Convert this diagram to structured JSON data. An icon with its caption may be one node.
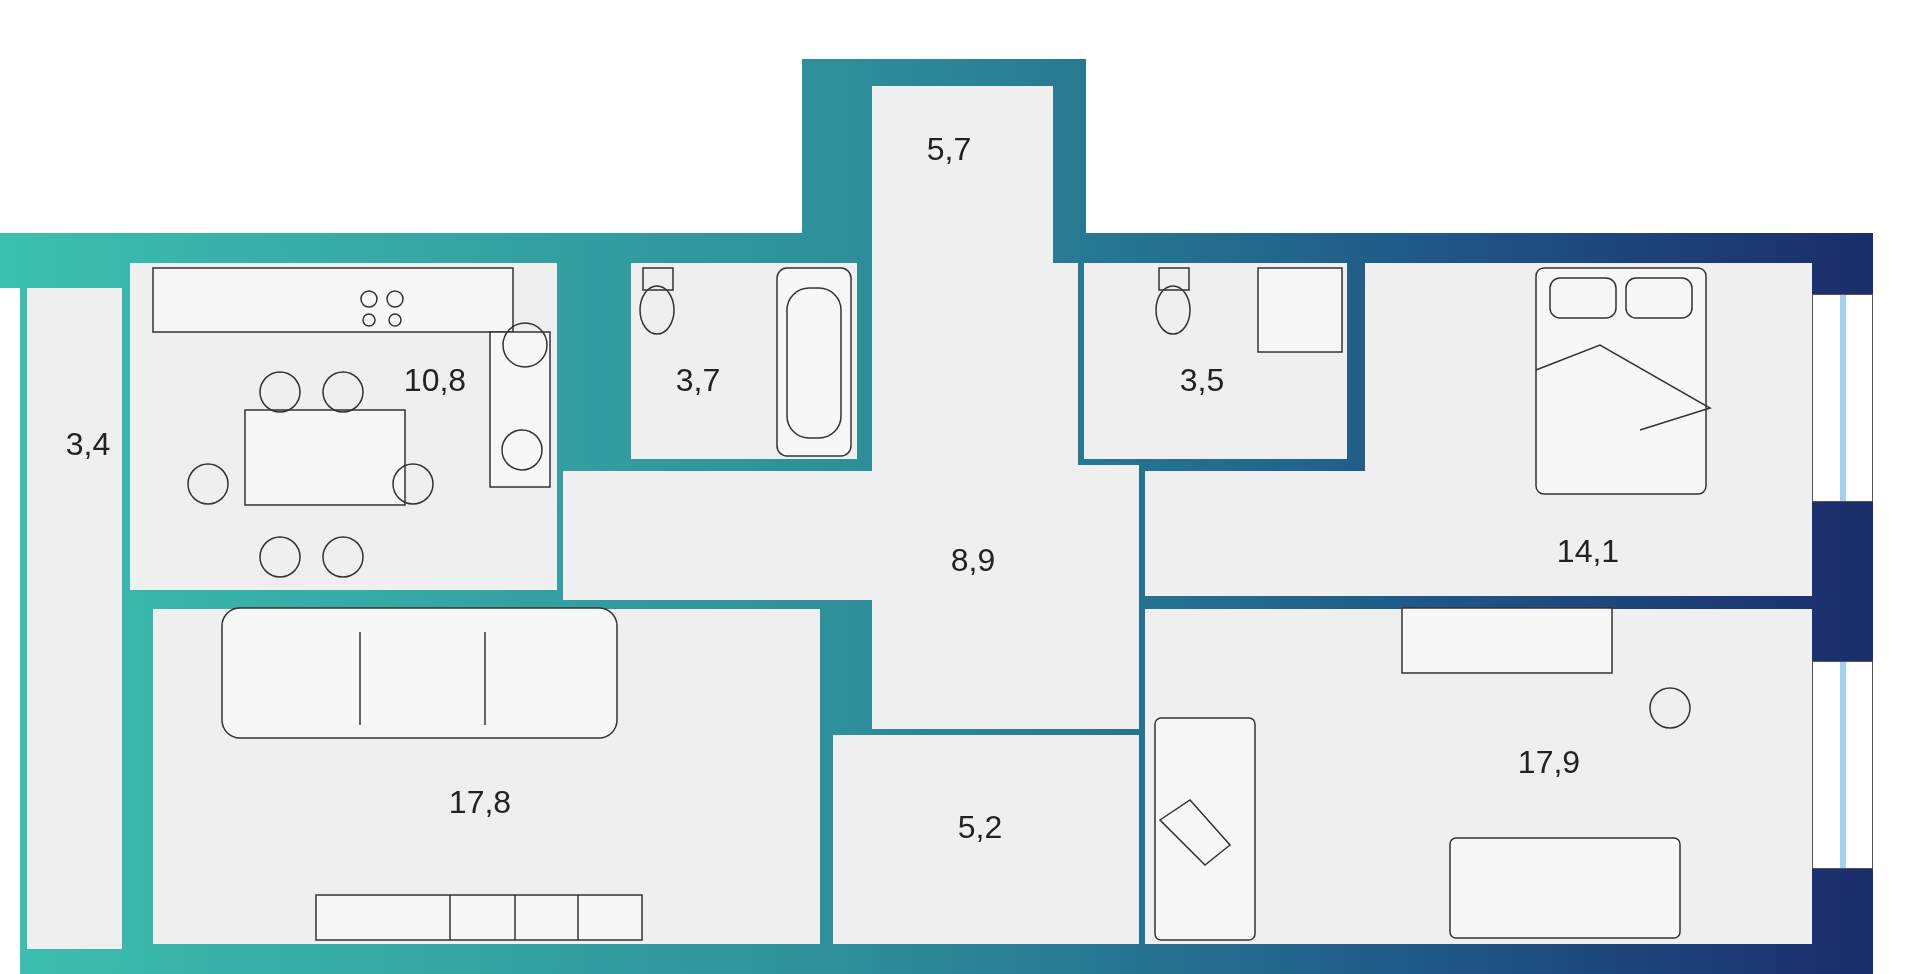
{
  "diagram": {
    "nodes": [
      {
        "text": [
          "5,7"
        ]
      },
      {
        "text": [
          "3,4"
        ]
      },
      {
        "text": [
          "10,8"
        ]
      },
      {
        "text": [
          "3,7"
        ]
      },
      {
        "text": [
          "8,9"
        ]
      },
      {
        "text": [
          "3,5"
        ]
      },
      {
        "text": [
          "14,1"
        ]
      },
      {
        "text": [
          "17,8"
        ]
      },
      {
        "text": [
          "5,2"
        ]
      },
      {
        "text": [
          "17,9"
        ]
      }
    ]
  }
}
